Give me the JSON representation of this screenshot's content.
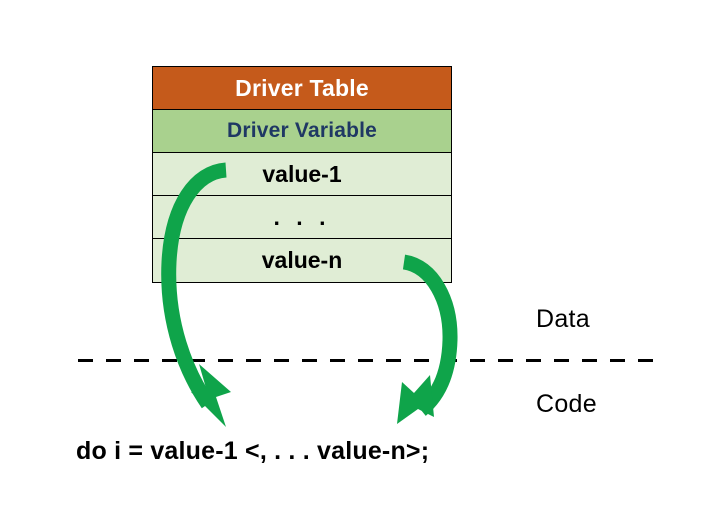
{
  "diagram": {
    "title": "Driver Table data-to-code expansion diagram",
    "colors": {
      "header_orange": "#C55A1B",
      "subheader_green": "#A9D18E",
      "value_row_green": "#E0EDD5",
      "arrow_green": "#0FA44A",
      "subheader_text_navy": "#1F3864",
      "border_black": "#000000",
      "text_black": "#000000",
      "header_text_white": "#FFFFFF"
    }
  },
  "table": {
    "name": "Driver Table",
    "rows": [
      {
        "id": "title",
        "label": "Driver Table"
      },
      {
        "id": "subtitle",
        "label": "Driver Variable"
      },
      {
        "id": "value-1",
        "label": "value-1"
      },
      {
        "id": "ellipsis",
        "label": ". . ."
      },
      {
        "id": "value-n",
        "label": "value-n"
      }
    ]
  },
  "regions": {
    "data_label": "Data",
    "code_label": "Code"
  },
  "code": {
    "statement": "do i = value-1 <, . . . value-n>;"
  },
  "arrows": [
    {
      "id": "arrow-left",
      "from": "value-1",
      "to": "code-statement",
      "color": "#0FA44A"
    },
    {
      "id": "arrow-right",
      "from": "value-n",
      "to": "code-statement",
      "color": "#0FA44A"
    }
  ]
}
